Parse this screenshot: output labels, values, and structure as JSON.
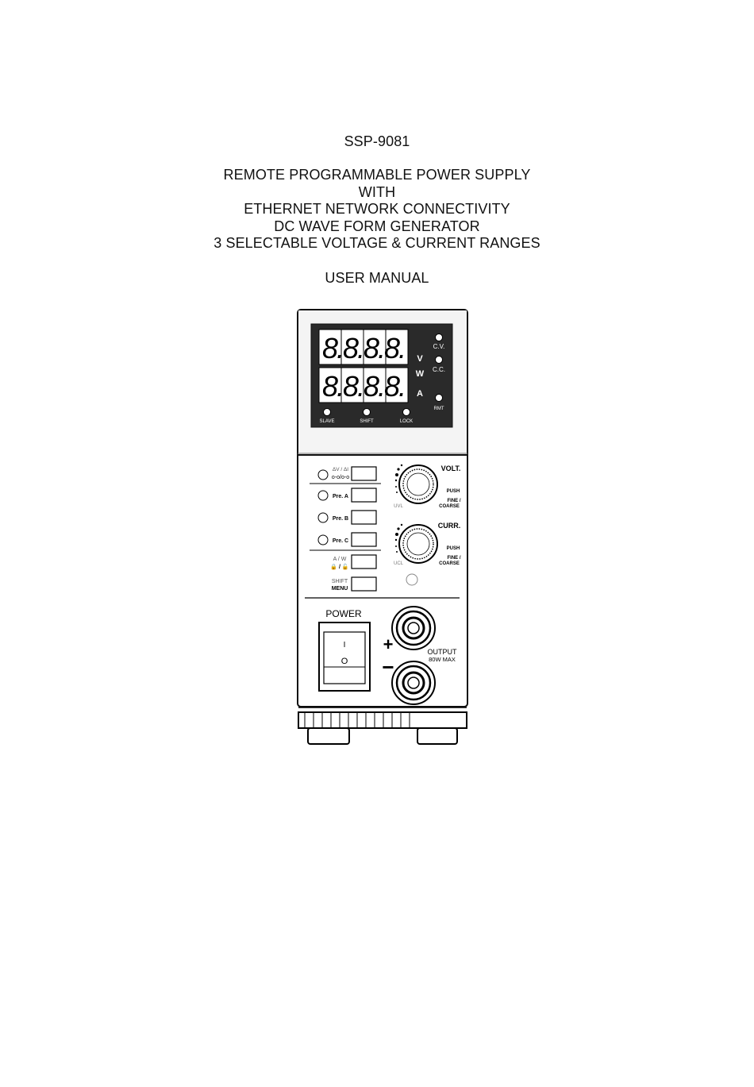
{
  "cover": {
    "model": "SSP-9081",
    "description_lines": [
      "REMOTE PROGRAMMABLE POWER SUPPLY",
      "WITH",
      "ETHERNET NETWORK CONNECTIVITY",
      "DC WAVE FORM GENERATOR",
      "3 SELECTABLE VOLTAGE & CURRENT RANGES"
    ],
    "document_type": "USER MANUAL"
  },
  "device": {
    "display": {
      "upper_digits": "8.8.8.8.",
      "lower_digits": "8.8.8.8.",
      "units": [
        "V",
        "W",
        "A"
      ],
      "indicators": [
        "C.V.",
        "C.C.",
        "RMT"
      ],
      "bottom_indicators": [
        "SLAVE",
        "SHIFT",
        "LOCK"
      ]
    },
    "buttons": {
      "delta": "ΔV / ΔI",
      "pre_a": "Pre. A",
      "pre_b": "Pre. B",
      "pre_c": "Pre. C",
      "aw_top": "A / W",
      "aw_bottom": "🔒 / 🔓",
      "shift": "SHIFT",
      "menu": "MENU"
    },
    "knobs": {
      "volt": "VOLT.",
      "curr": "CURR.",
      "push": "PUSH",
      "fine": "FINE /",
      "coarse": "COARSE",
      "uvl": "UVL",
      "ucl": "UCL"
    },
    "power_label": "POWER",
    "switch_on": "I",
    "switch_off": "O",
    "plus": "+",
    "minus": "−",
    "output_label": "OUTPUT",
    "output_rating": "80W MAX"
  }
}
